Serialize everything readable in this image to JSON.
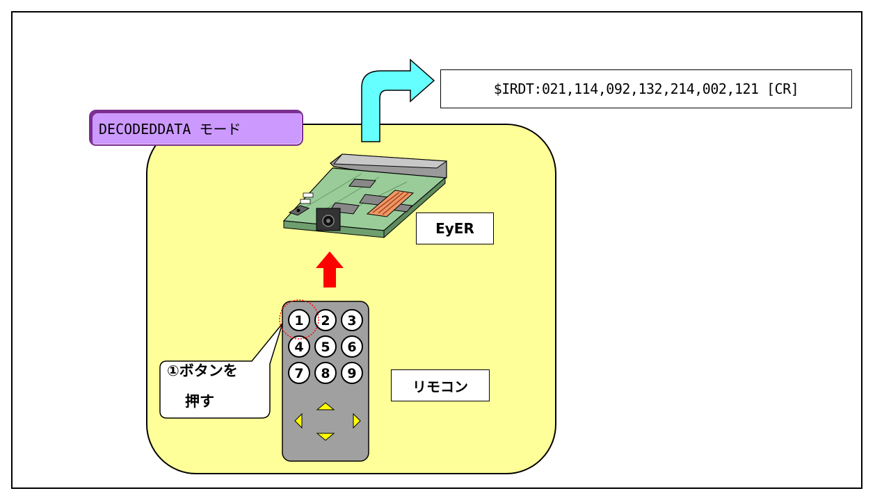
{
  "mode_label": "DECODEDDATA モード",
  "output_text": "$IRDT:021,114,092,132,214,002,121 [CR]",
  "board_label": "EyER",
  "remote_label": "リモコン",
  "callout": {
    "line1": "①ボタンを",
    "line2": "押す"
  },
  "remote_buttons": [
    "1",
    "2",
    "3",
    "4",
    "5",
    "6",
    "7",
    "8",
    "9"
  ],
  "colors": {
    "mode_area": "#ffff99",
    "mode_badge": "#cc99ff",
    "output_arrow": "#66ffff",
    "input_arrow": "#ff0000",
    "board": "#99cc99",
    "remote_body": "#a0a0a0",
    "dpad": "#ffff00",
    "highlight_circle": "#ff0000"
  },
  "icons": [
    "curved-arrow-icon",
    "up-arrow-icon",
    "circuit-board-icon",
    "remote-control-icon"
  ]
}
